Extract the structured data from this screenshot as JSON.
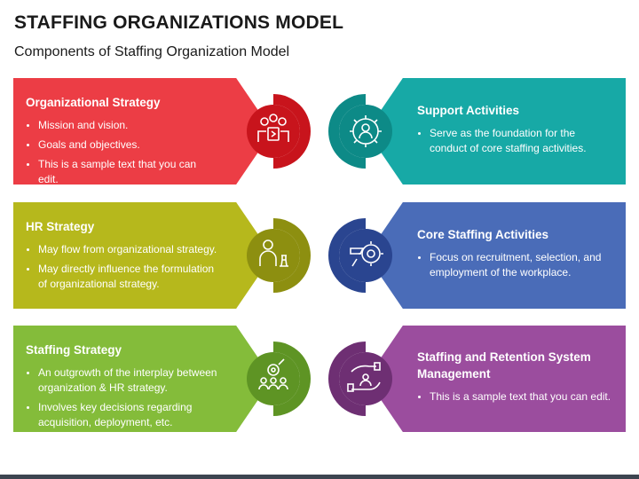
{
  "title": "STAFFING ORGANIZATIONS MODEL",
  "subtitle": "Components of Staffing Organization Model",
  "colors": {
    "red": "#ec3d45",
    "red_dark": "#c8141c",
    "teal": "#17a9a6",
    "teal_dark": "#0d8a87",
    "olive": "#b6b81c",
    "olive_dark": "#8d8f10",
    "blue": "#4a6cb8",
    "blue_dark": "#2a4590",
    "green": "#84bc3a",
    "green_dark": "#5e9424",
    "purple": "#9b4d9e",
    "purple_dark": "#6e2f73"
  },
  "left_cards": [
    {
      "heading": "Organizational Strategy",
      "bullets": [
        "Mission and vision.",
        "Goals and objectives.",
        "This is a sample text that you can edit."
      ],
      "icon": "team-meeting-icon"
    },
    {
      "heading": "HR Strategy",
      "bullets": [
        "May flow from organizational strategy.",
        "May directly influence the formulation of organizational strategy."
      ],
      "icon": "strategist-chess-icon"
    },
    {
      "heading": "Staffing Strategy",
      "bullets": [
        "An outgrowth of the interplay between organization & HR strategy.",
        "Involves key decisions regarding acquisition, deployment, etc."
      ],
      "icon": "people-target-icon"
    }
  ],
  "right_cards": [
    {
      "heading": "Support Activities",
      "bullets": [
        "Serve as the foundation for the conduct of core staffing activities."
      ],
      "icon": "gear-person-icon"
    },
    {
      "heading": "Core Staffing Activities",
      "bullets": [
        "Focus on recruitment, selection, and employment of the workplace."
      ],
      "icon": "search-gear-icon"
    },
    {
      "heading": "Staffing and Retention System Management",
      "bullets": [
        "This is a sample text that you can edit."
      ],
      "icon": "hand-care-icon"
    }
  ]
}
